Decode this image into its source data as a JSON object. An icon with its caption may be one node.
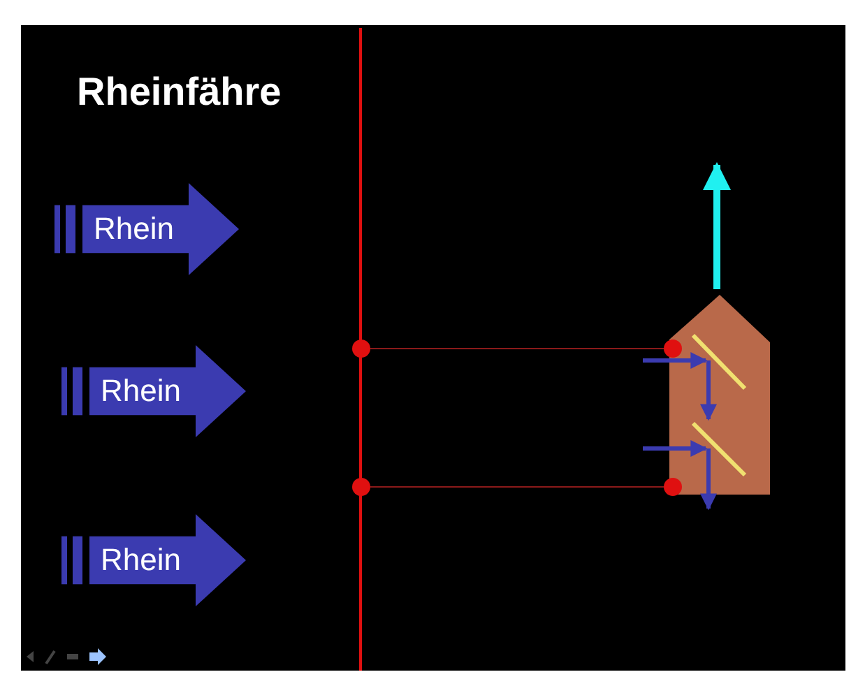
{
  "diagram": {
    "title": "Rheinfähre",
    "nodes": [
      {
        "text": [
          "Rhein"
        ]
      },
      {
        "text": [
          "Rhein"
        ]
      },
      {
        "text": [
          "Rhein"
        ]
      },
      {
        "text": [],
        "shape": "circle"
      },
      {
        "text": [],
        "shape": "circle"
      },
      {
        "text": [],
        "shape": "circle"
      },
      {
        "text": [],
        "shape": "circle"
      }
    ],
    "edges": [
      {
        "from": 3,
        "to": 4,
        "arrow": "none"
      },
      {
        "from": 5,
        "to": 6,
        "arrow": "none"
      }
    ]
  }
}
